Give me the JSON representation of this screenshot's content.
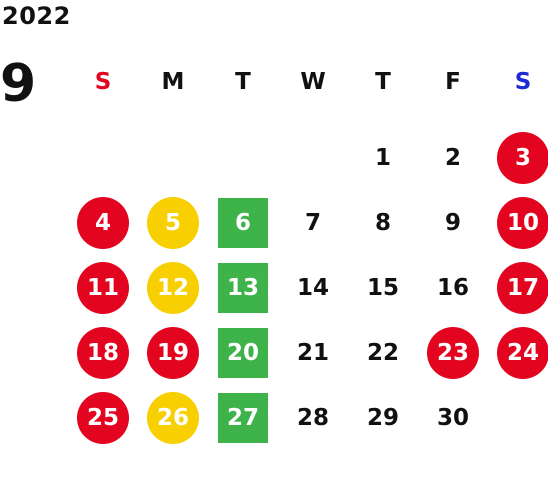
{
  "calendar": {
    "year": "2022",
    "month": "9",
    "weekdays": [
      {
        "label": "S",
        "color": "#e3051f"
      },
      {
        "label": "M",
        "color": "#111111"
      },
      {
        "label": "T",
        "color": "#111111"
      },
      {
        "label": "W",
        "color": "#111111"
      },
      {
        "label": "T",
        "color": "#111111"
      },
      {
        "label": "F",
        "color": "#111111"
      },
      {
        "label": "S",
        "color": "#1d2ad6"
      }
    ],
    "first_weekday_index": 4,
    "days": [
      {
        "n": "1",
        "style": "plain"
      },
      {
        "n": "2",
        "style": "plain"
      },
      {
        "n": "3",
        "style": "red-circle"
      },
      {
        "n": "4",
        "style": "red-circle"
      },
      {
        "n": "5",
        "style": "yellow-circle"
      },
      {
        "n": "6",
        "style": "green-square"
      },
      {
        "n": "7",
        "style": "plain"
      },
      {
        "n": "8",
        "style": "plain"
      },
      {
        "n": "9",
        "style": "plain"
      },
      {
        "n": "10",
        "style": "red-circle"
      },
      {
        "n": "11",
        "style": "red-circle"
      },
      {
        "n": "12",
        "style": "yellow-circle"
      },
      {
        "n": "13",
        "style": "green-square"
      },
      {
        "n": "14",
        "style": "plain"
      },
      {
        "n": "15",
        "style": "plain"
      },
      {
        "n": "16",
        "style": "plain"
      },
      {
        "n": "17",
        "style": "red-circle"
      },
      {
        "n": "18",
        "style": "red-circle"
      },
      {
        "n": "19",
        "style": "red-circle"
      },
      {
        "n": "20",
        "style": "green-square"
      },
      {
        "n": "21",
        "style": "plain"
      },
      {
        "n": "22",
        "style": "plain"
      },
      {
        "n": "23",
        "style": "red-circle"
      },
      {
        "n": "24",
        "style": "red-circle"
      },
      {
        "n": "25",
        "style": "red-circle"
      },
      {
        "n": "26",
        "style": "yellow-circle"
      },
      {
        "n": "27",
        "style": "green-square"
      },
      {
        "n": "28",
        "style": "plain"
      },
      {
        "n": "29",
        "style": "plain"
      },
      {
        "n": "30",
        "style": "plain"
      }
    ]
  }
}
